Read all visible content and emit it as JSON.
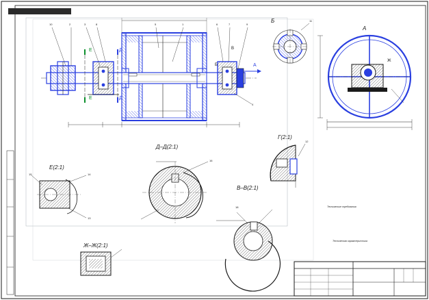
{
  "sheet": {
    "top_stamp": "",
    "colors": {
      "line": "#1a1a1a",
      "part_fill": "#2a3fe0",
      "hatch": "#222222",
      "paper": "#ffffff"
    }
  },
  "views": {
    "view_b_label": "Б",
    "view_a_label": "А",
    "section_dd_label": "Д–Д(2:1)",
    "section_ee_label": "Е(2:1)",
    "section_gg_label": "Г(2:1)",
    "section_vv_label": "В–В(2:1)",
    "section_zhzh_label": "Ж–Ж(2:1)"
  },
  "section_marks": {
    "arrow_a": "А",
    "b_left": "Б",
    "b_right": "Б",
    "e_top": "Е",
    "e_bottom": "Е",
    "d_top": "Д",
    "d_bottom": "Д",
    "g_mark": "Г",
    "v_mark": "В",
    "zh_mark": "Ж"
  },
  "callouts": [
    "10",
    "2",
    "3",
    "8",
    "5",
    "1",
    "6",
    "7",
    "9",
    "4",
    "12",
    "11",
    "15",
    "14",
    "13",
    "16",
    "18"
  ],
  "notes": {
    "tech_requirements_title": "Технические требования",
    "tech_requirements": [],
    "specs_title": "Техническая характеристика",
    "specs": []
  },
  "title_block": {
    "doc_number": "",
    "name": "",
    "sheet_label": "",
    "scale": "",
    "org": ""
  }
}
